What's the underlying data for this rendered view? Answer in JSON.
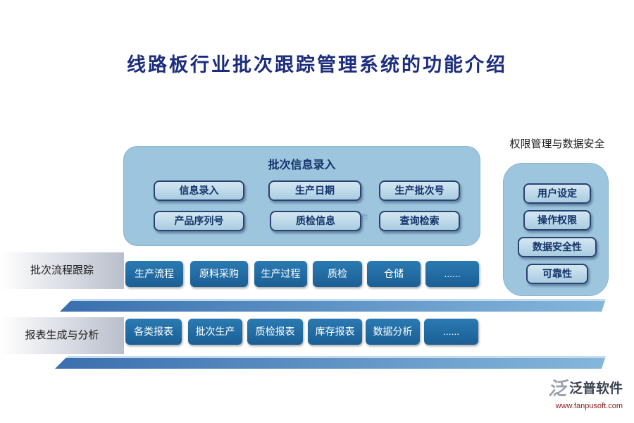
{
  "title": "线路板行业批次跟踪管理系统的功能介绍",
  "security_label": "权限管理与数据安全",
  "batch_info": {
    "title": "批次信息录入",
    "buttons": [
      "信息录入",
      "生产日期",
      "生产批次号",
      "产品序列号",
      "质检信息",
      "查询检索"
    ]
  },
  "security": {
    "buttons": [
      "用户设定",
      "操作权限",
      "数据安全性",
      "可靠性"
    ]
  },
  "process": {
    "label": "批次流程跟踪",
    "buttons": [
      "生产流程",
      "原料采购",
      "生产过程",
      "质检",
      "仓储",
      "......"
    ]
  },
  "reports": {
    "label": "报表生成与分析",
    "buttons": [
      "各类报表",
      "批次生产",
      "质检报表",
      "库存报表",
      "数据分析",
      "......"
    ]
  },
  "watermark": "泛普软件",
  "footer": {
    "brand": "泛普软件",
    "url": "www.fanpusoft.com"
  },
  "colors": {
    "title": "#1c2d7d",
    "panel": "#9dc6de",
    "light_button": "#b5d4e6",
    "dark_button": "#1e6da6",
    "platform": "#3a6fae",
    "url_text": "#8b1a1a"
  }
}
